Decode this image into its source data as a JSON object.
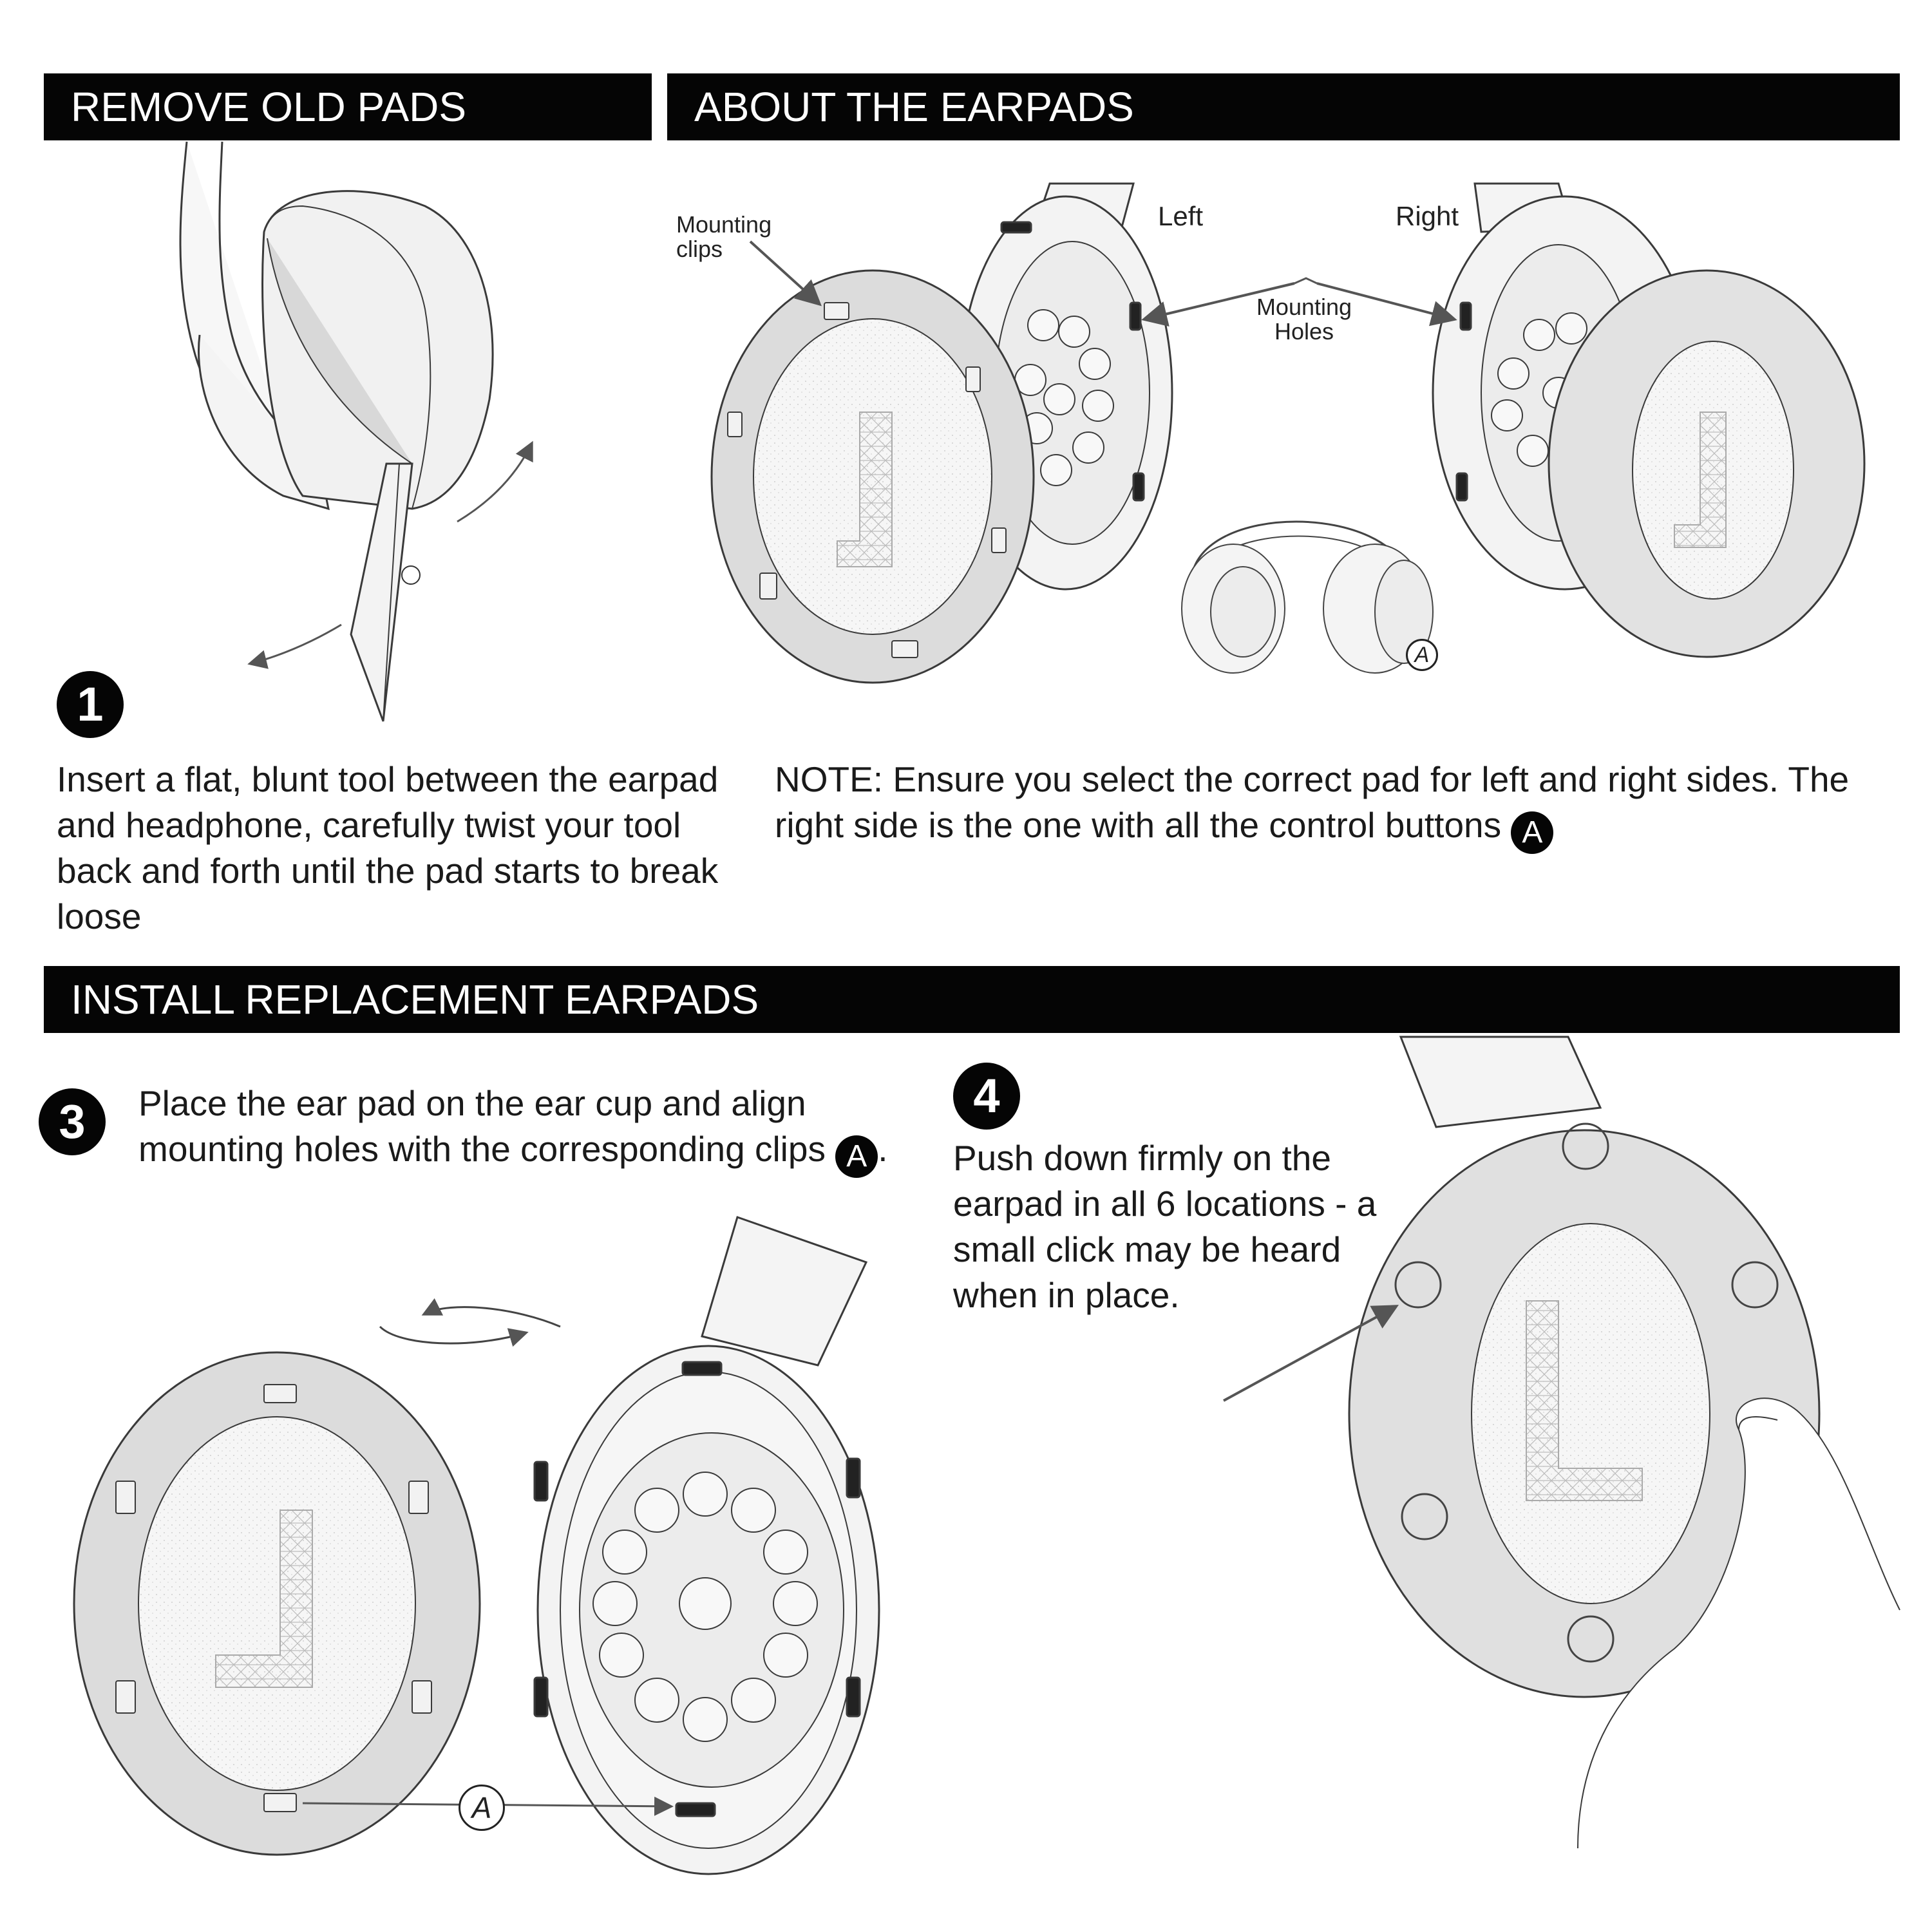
{
  "sections": {
    "remove": "REMOVE OLD PADS",
    "about": "ABOUT THE EARPADS",
    "install": "INSTALL REPLACEMENT EARPADS"
  },
  "steps": [
    {
      "number": "1",
      "text": "Insert a flat, blunt tool between the earpad and headphone, carefully twist your tool back and forth until the pad starts to break loose"
    },
    {
      "number": "3",
      "text": "Place the ear pad on the ear cup and align mounting holes with the corresponding clips",
      "suffix": "."
    },
    {
      "number": "4",
      "text": "Push down firmly on the earpad in all 6 locations - a small click may be heard when in place."
    }
  ],
  "note": {
    "text": "NOTE: Ensure you select the correct pad for left and right sides. The right side is the one with all the control buttons"
  },
  "labels": {
    "mounting_clips": "Mounting clips",
    "mounting_holes": "Mounting Holes",
    "left": "Left",
    "right": "Right",
    "callout": "A"
  },
  "colors": {
    "bar": "#050505",
    "bar_text": "#ffffff",
    "pad_ring": "#dcdcdc",
    "cup_fill": "#f3f3f3",
    "line": "#3a3a3a",
    "arrow": "#555555"
  },
  "icons": [
    "callout-a-icon",
    "rotate-arrow-icon",
    "pointer-arrow-icon"
  ]
}
